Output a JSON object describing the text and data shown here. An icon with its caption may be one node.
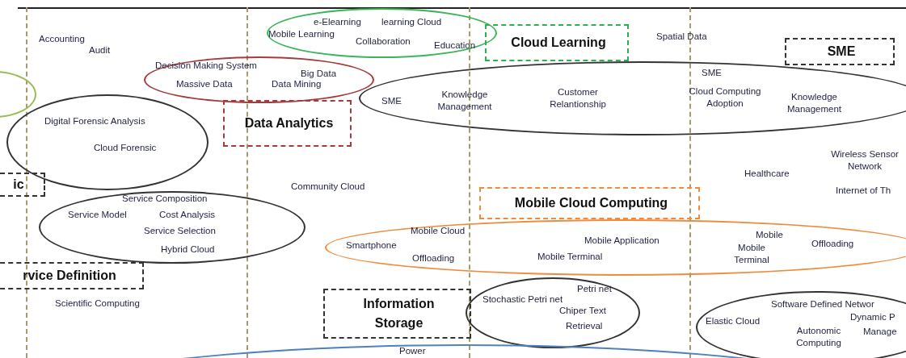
{
  "diagram": {
    "nodes": [
      {
        "text": [
          "e-Elearning",
          "learning Cloud",
          "Mobile Learning",
          "Collaboration",
          "Education"
        ]
      },
      {
        "text": [
          "Cloud Learning"
        ]
      },
      {
        "text": [
          "SME"
        ]
      },
      {
        "text": [],
        "shape": "ellipse"
      },
      {
        "text": [
          "Decision Making System",
          "Big Data",
          "Massive Data",
          "Data Mining"
        ]
      },
      {
        "text": [
          "Data Analytics"
        ]
      },
      {
        "text": [
          "SME",
          "Knowledge Management",
          "Customer Relantionship",
          "SME",
          "Cloud Computing Adoption",
          "Knowledge Management"
        ]
      },
      {
        "text": [
          "Digital Forensic Analysis",
          "Cloud Forensic"
        ]
      },
      {
        "text": [
          "ic"
        ]
      },
      {
        "text": [
          "Service Composition",
          "Service Model",
          "Cost Analysis",
          "Service Selection",
          "Hybrid Cloud"
        ]
      },
      {
        "text": [
          "Mobile Cloud Computing"
        ]
      },
      {
        "text": [
          "Mobile Cloud",
          "Smartphone",
          "Offloading",
          "Mobile Application",
          "Mobile Terminal",
          "Mobile",
          "Mobile Terminal",
          "Offloading"
        ]
      },
      {
        "text": [
          "rvice Definition"
        ]
      },
      {
        "text": [
          "Information Storage"
        ]
      },
      {
        "text": [
          "Petri net",
          "Stochastic Petri net",
          "Chiper Text",
          "Retrieval"
        ]
      },
      {
        "text": [
          "Software Defined Networ",
          "Elastic Cloud",
          "Dynamic P",
          "Autonomic Computing",
          "Manage"
        ]
      },
      {
        "text": [
          "Power"
        ]
      }
    ],
    "edges": [],
    "labels": [
      "Accounting",
      "Audit",
      "Spatial Data",
      "Community Cloud",
      "Healthcare",
      "Wireless Sensor Network",
      "Internet of Th",
      "Scientific Computing"
    ]
  }
}
